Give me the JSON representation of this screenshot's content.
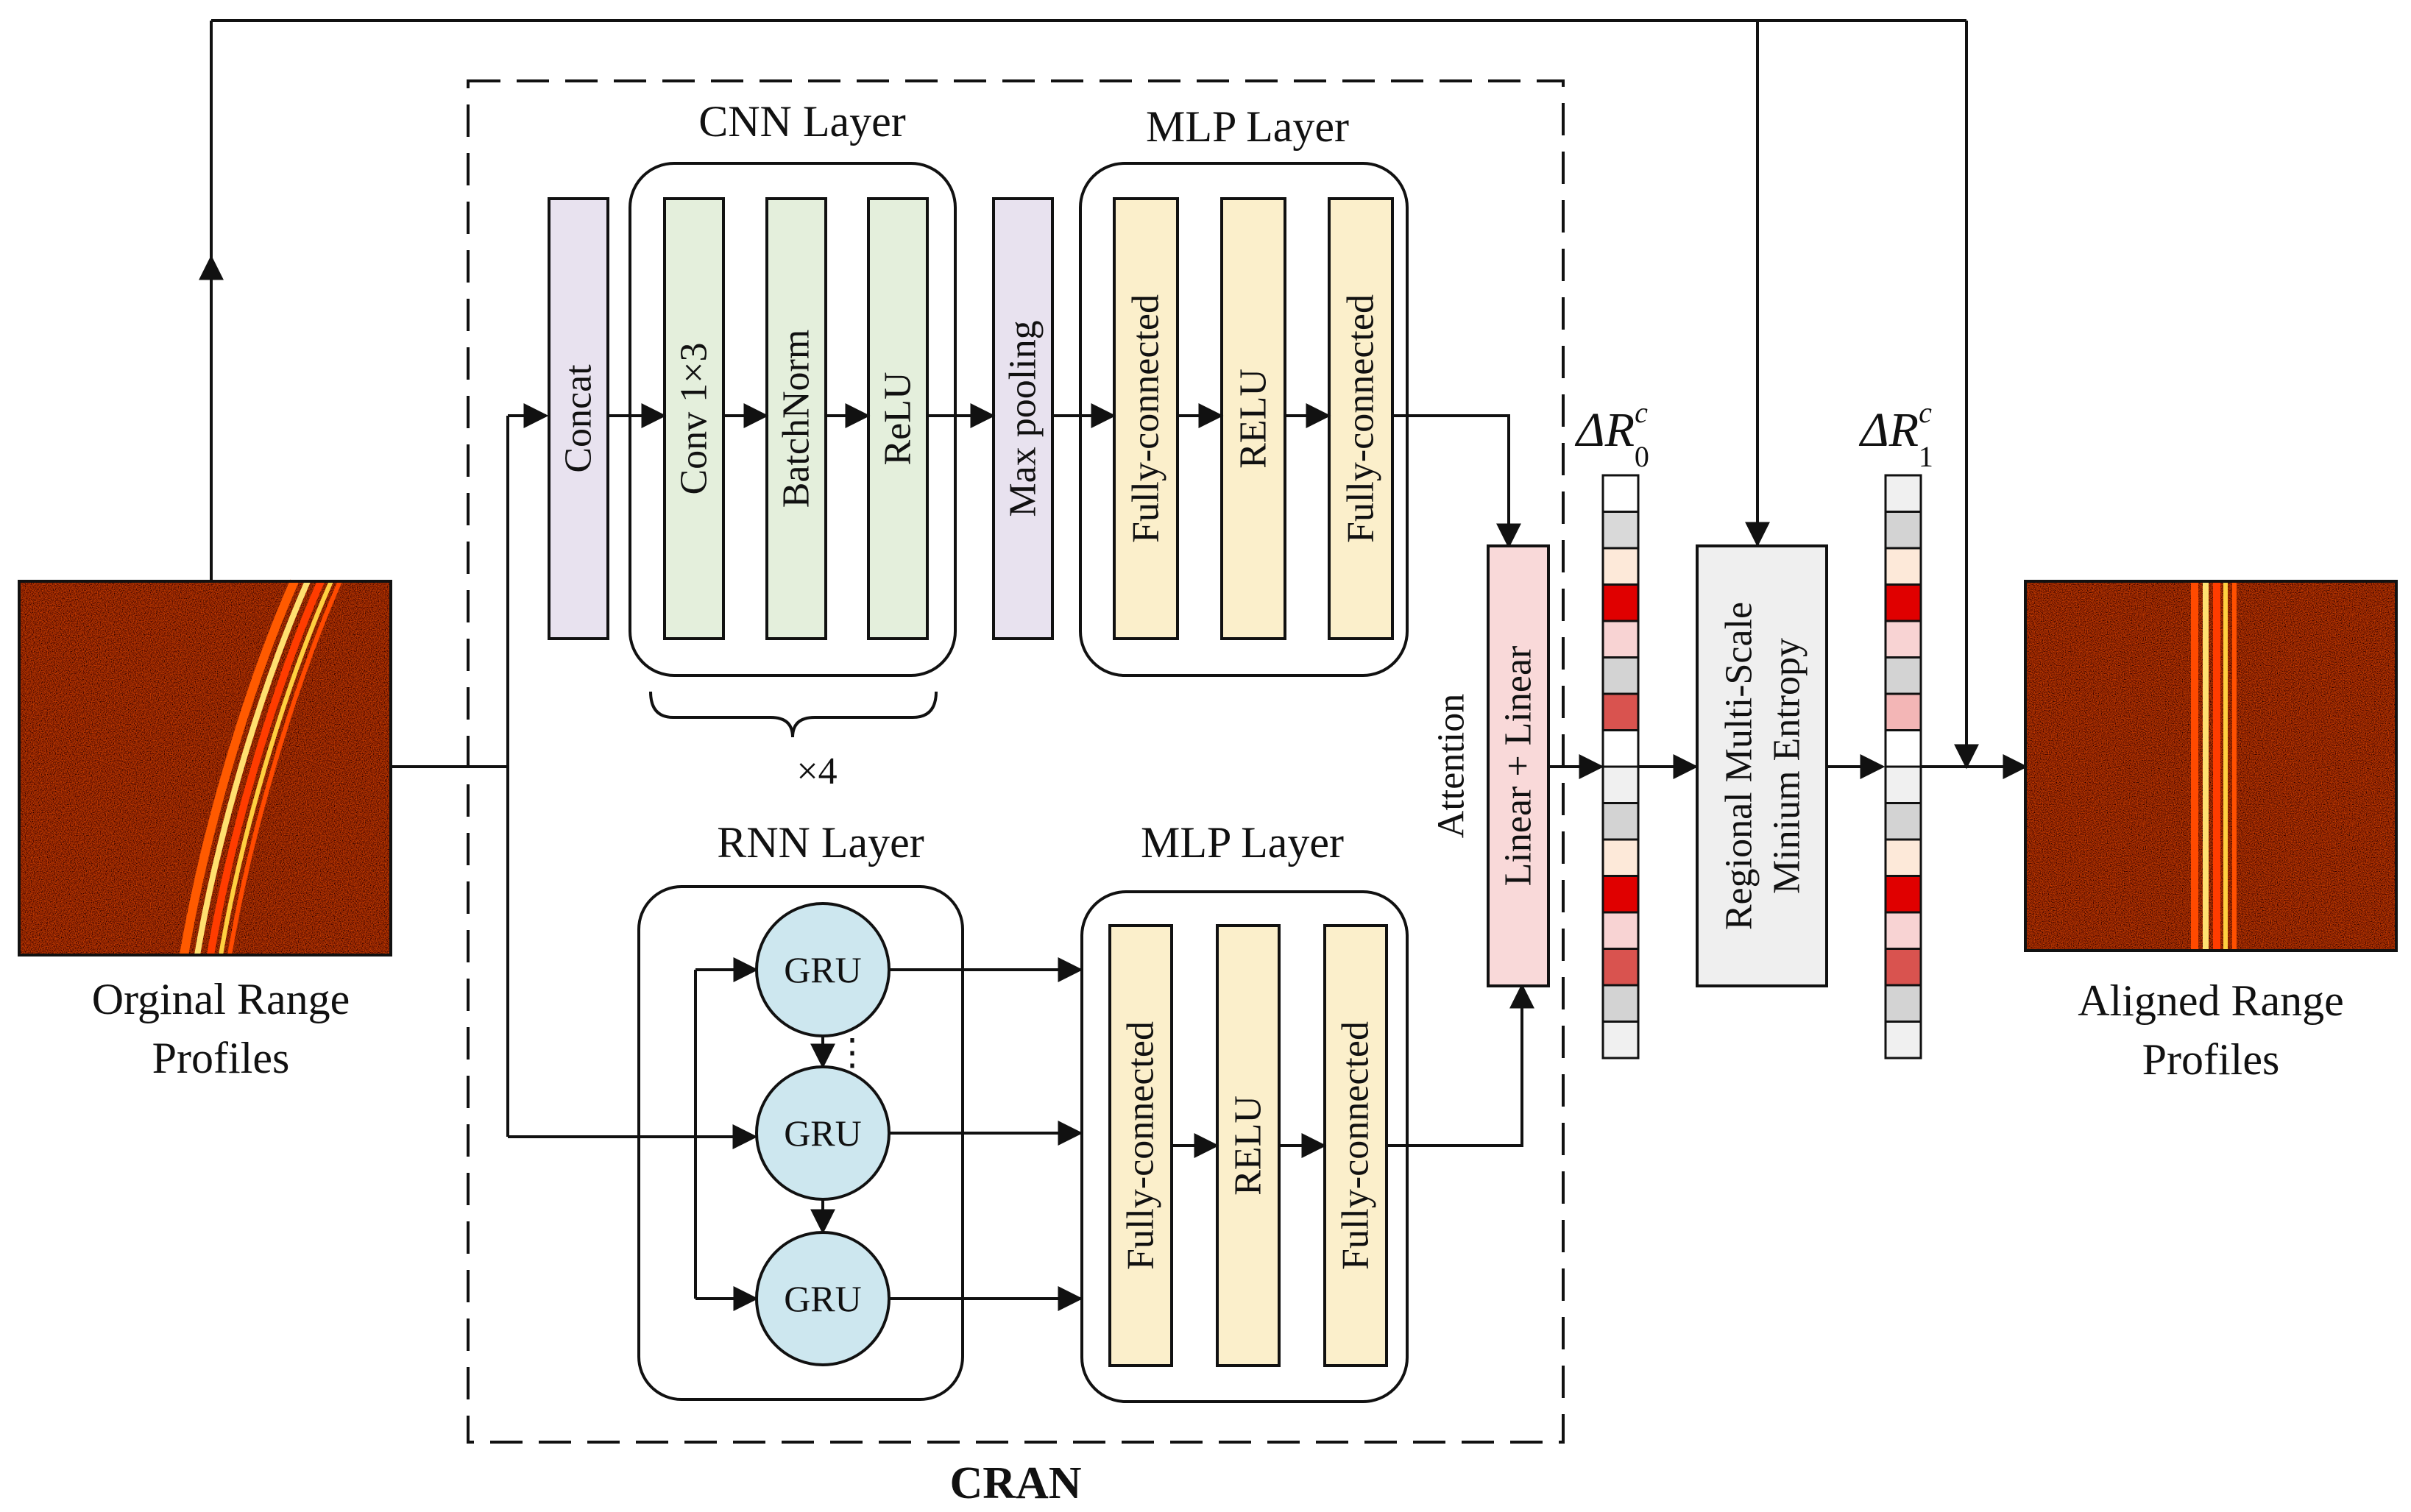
{
  "labels": {
    "cnn_title": "CNN Layer",
    "mlp_top_title": "MLP Layer",
    "rnn_title": "RNN Layer",
    "mlp_bottom_title": "MLP Layer",
    "concat": "Concat",
    "conv": "Conv 1×3",
    "batchnorm": "BatchNorm",
    "relu_cnn": "ReLU",
    "maxpool": "Max pooling",
    "fc_top_1": "Fully-connected",
    "relu_top": "RELU",
    "fc_top_2": "Fully-connected",
    "repeat": "×4",
    "gru_1": "GRU",
    "gru_2": "GRU",
    "gru_3": "GRU",
    "gru_dots": "⋮",
    "fc_bot_1": "Fully-connected",
    "relu_bot": "RELU",
    "fc_bot_2": "Fully-connected",
    "attention": "Attention",
    "linear": "Linear + Linear",
    "entropy_line1": "Regional Multi-Scale",
    "entropy_line2": "Minium Entropy",
    "delta0_base": "ΔR",
    "delta0_sub": "0",
    "delta0_sup": "c",
    "delta1_base": "ΔR",
    "delta1_sub": "1",
    "delta1_sup": "c",
    "input_caption_1": "Orginal Range",
    "input_caption_2": "Profiles",
    "output_caption_1": "Aligned Range",
    "output_caption_2": "Profiles",
    "cran": "CRAN"
  },
  "colors": {
    "purple_block": "#e8e2ef",
    "green_block": "#e4efdc",
    "yellow_block": "#fbefcb",
    "pink_block": "#f9d9d9",
    "gru_fill": "#cde7ef",
    "entropy_fill": "#efefef",
    "vector_cells_0": [
      "#ffffff",
      "#d9d9d9",
      "#fde9d9",
      "#e00000",
      "#f8d3d3",
      "#d3d3d3",
      "#d9534f",
      "#ffffff",
      "#f0f0f0",
      "#d3d3d3",
      "#fde9d9",
      "#e00000",
      "#f8d3d3",
      "#d9534f",
      "#d3d3d3",
      "#f0f0f0"
    ],
    "vector_cells_1": [
      "#f0f0f0",
      "#d3d3d3",
      "#fde9d9",
      "#e00000",
      "#f8d3d3",
      "#d3d3d3",
      "#f3b6b6",
      "#ffffff",
      "#f0f0f0",
      "#d3d3d3",
      "#fde9d9",
      "#e00000",
      "#f8d3d3",
      "#d9534f",
      "#d3d3d3",
      "#f0f0f0"
    ]
  }
}
